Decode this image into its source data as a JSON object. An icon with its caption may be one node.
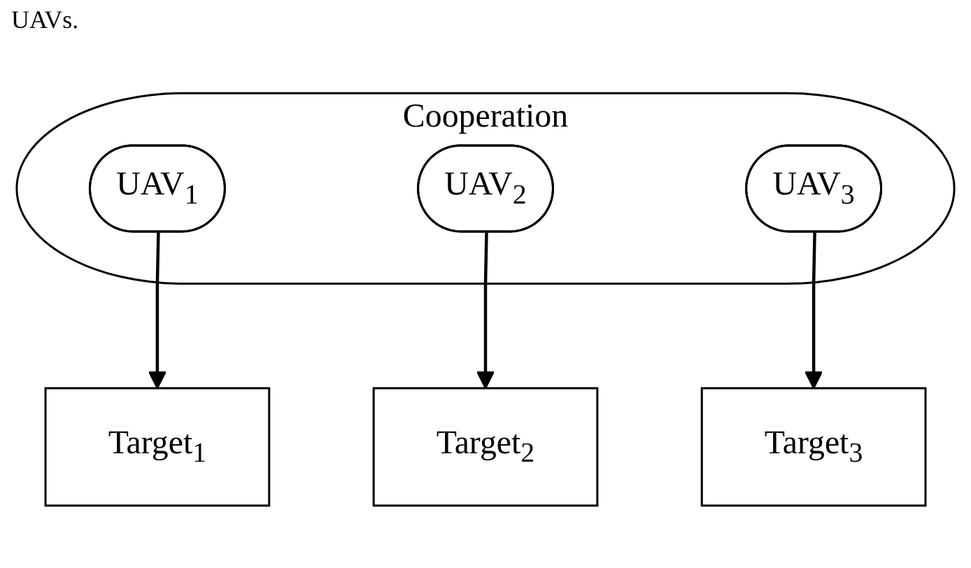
{
  "diagram": {
    "nodes": [
      {
        "text": [
          "Cooperation"
        ]
      },
      {
        "text": [
          "UAV$_{1}$"
        ],
        "in": 0
      },
      {
        "text": [
          "UAV$_{2}$"
        ],
        "in": 0
      },
      {
        "text": [
          "UAV$_{3}$"
        ],
        "in": 0
      },
      {
        "text": [
          "Target$_{1}$"
        ]
      },
      {
        "text": [
          "Target$_{2}$"
        ]
      },
      {
        "text": [
          "Target$_{3}$"
        ]
      }
    ],
    "edges": [
      {
        "from": 1,
        "to": 4,
        "arrow": "to"
      },
      {
        "from": 2,
        "to": 5,
        "arrow": "to"
      },
      {
        "from": 3,
        "to": 6,
        "arrow": "to"
      }
    ],
    "labels": [
      "UAVs."
    ]
  }
}
